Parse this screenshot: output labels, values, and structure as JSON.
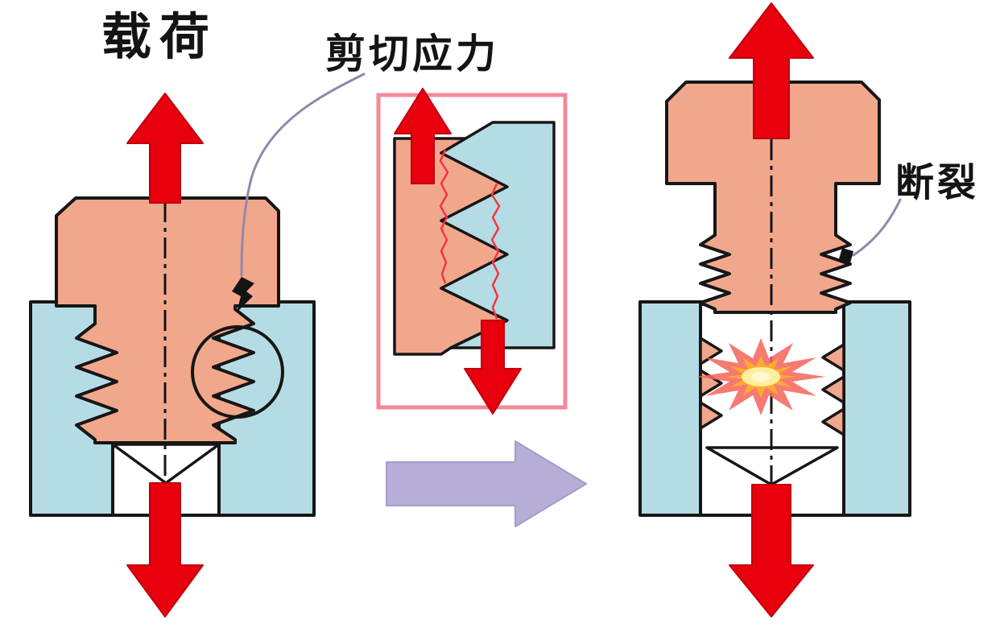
{
  "labels": {
    "load": "载荷",
    "shear_stress": "剪切应力",
    "fracture": "断裂"
  },
  "colors": {
    "background": "#ffffff",
    "bolt": "#f1a78c",
    "base": "#b5dce4",
    "arrow_red": "#e8000d",
    "arrow_purple": "#b6aed7",
    "inset_border": "#f2899b",
    "outline": "#161616",
    "shear_line": "#f5333f",
    "leader": "#9188ad",
    "burst_outer": "#f4695f",
    "burst_mid": "#ffab2e",
    "burst_core": "#ffef9c"
  }
}
